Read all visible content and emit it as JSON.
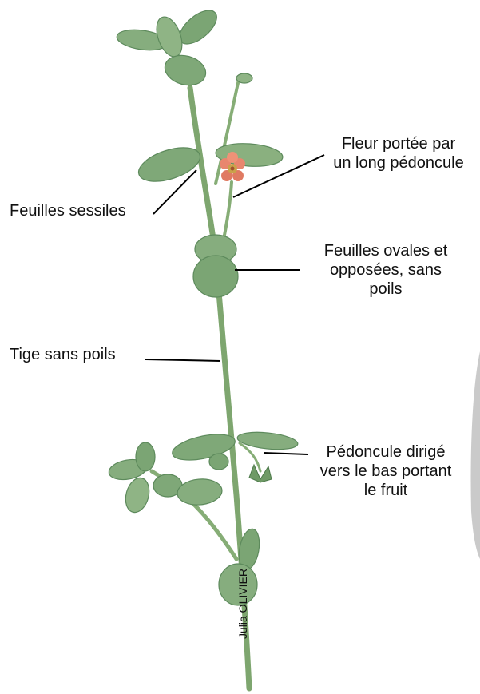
{
  "labels": {
    "flower": [
      "Fleur portée par",
      "un long pédoncule"
    ],
    "sessile": "Feuilles sessiles",
    "oval_leaves": [
      "Feuilles ovales et",
      "opposées, sans",
      "poils"
    ],
    "stem": "Tige sans poils",
    "peduncle": [
      "Pédoncule dirigé",
      "vers le bas portant",
      "le fruit"
    ]
  },
  "credit": "Julia OLIVIER",
  "colors": {
    "leaf": "#7fa878",
    "leaf_dark": "#5d8a5c",
    "stem": "#7ea66f",
    "petal": "#e8866e",
    "flower_center": "#c9a24a",
    "leader_line": "#000000"
  }
}
